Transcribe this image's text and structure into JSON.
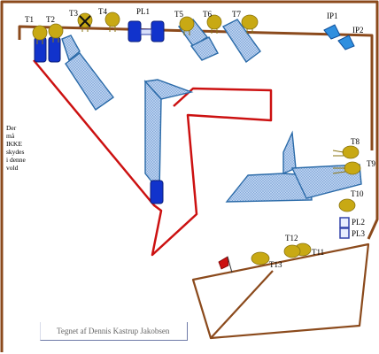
{
  "targets": {
    "t1": "T1",
    "t2": "T2",
    "t3": "T3",
    "t4": "T4",
    "t5": "T5",
    "t6": "T6",
    "t7": "T7",
    "t8": "T8",
    "t9": "T9",
    "t10": "T10",
    "t11": "T11",
    "t12": "T12",
    "t13": "T13"
  },
  "plates": {
    "pl1": "PL1",
    "pl2": "PL2",
    "pl3": "PL3"
  },
  "ips": {
    "ip1": "IP1",
    "ip2": "IP2"
  },
  "side_note": "Der må IKKE skydes i denne vold",
  "credit": "Tegnet af Dennis Kastrup Jakobsen",
  "colors": {
    "wall": "#8b4a1c",
    "fault_line": "#cc1111",
    "cover_fill": "#a9c6ec",
    "cover_edge": "#2a6aa8",
    "barrel": "#1133cc",
    "target": "#c8a914",
    "popper": "#2f8fdf"
  }
}
